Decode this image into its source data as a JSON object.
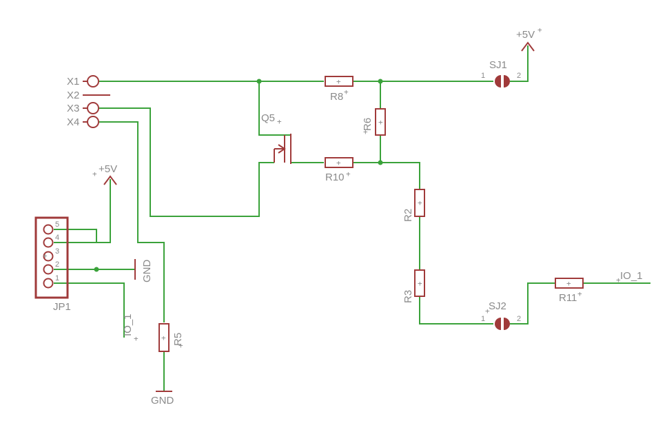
{
  "labels": {
    "x1": "X1",
    "x2": "X2",
    "x3": "X3",
    "x4": "X4",
    "q5": "Q5",
    "r8": "R8",
    "r6": "R6",
    "r10": "R10",
    "r2": "R2",
    "r3": "R3",
    "r5": "R5",
    "r11": "R11",
    "sj1": "SJ1",
    "sj2": "SJ2",
    "jp1": "JP1",
    "vcc_top": "+5V",
    "vcc_left": "+5V",
    "gnd_jp": "GND",
    "gnd_bottom": "GND",
    "io_left": "IO_1",
    "io_right": "IO_1",
    "pin1": "1",
    "pin2": "2",
    "jp_pins": [
      "5",
      "4",
      "3",
      "2",
      "1"
    ]
  },
  "colors": {
    "wire": "#3aa23a",
    "part": "#a03a3a",
    "text": "#8a8a8a"
  }
}
